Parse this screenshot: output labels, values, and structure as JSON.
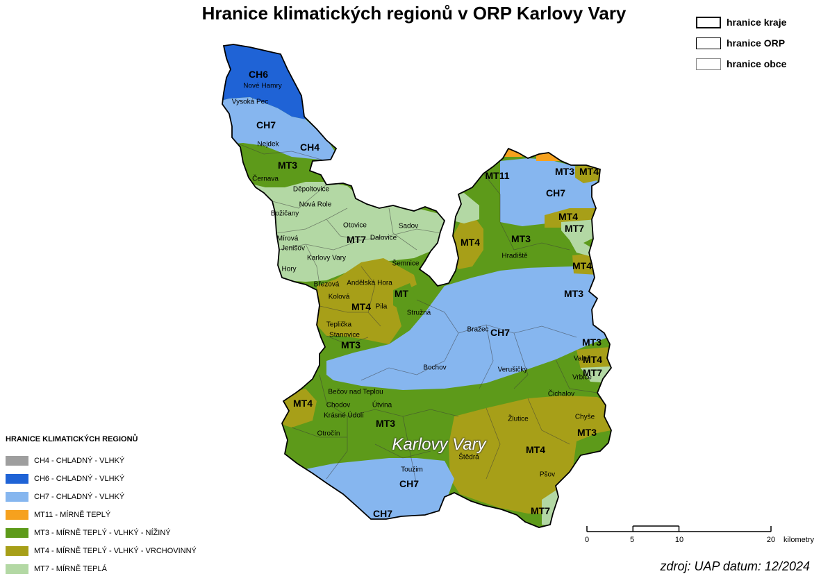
{
  "title": "Hranice klimatických regionů v ORP Karlovy Vary",
  "boundary_legend": [
    {
      "label": "hranice kraje",
      "weight": "thick"
    },
    {
      "label": "hranice ORP",
      "weight": "medium"
    },
    {
      "label": "hranice obce",
      "weight": "thin"
    }
  ],
  "legend": {
    "heading": "HRANICE KLIMATICKÝCH REGIONŮ",
    "items": [
      {
        "code": "CH4",
        "label": "CH4 - CHLADNÝ - VLHKÝ",
        "color": "#9e9e9e"
      },
      {
        "code": "CH6",
        "label": "CH6 - CHLADNÝ - VLHKÝ",
        "color": "#1f63d6"
      },
      {
        "code": "CH7",
        "label": "CH7 - CHLADNÝ - VLHKÝ",
        "color": "#86b6ef"
      },
      {
        "code": "MT11",
        "label": "MT11 - MÍRNĚ TEPLÝ",
        "color": "#f6a11e"
      },
      {
        "code": "MT3",
        "label": "MT3 - MÍRNĚ TEPLÝ  - VLHKÝ - NÍŽINÝ",
        "color": "#5d9a1a"
      },
      {
        "code": "MT4",
        "label": "MT4 - MÍRNĚ TEPLÝ - VLHKÝ - VRCHOVINNÝ",
        "color": "#a79f18"
      },
      {
        "code": "MT7",
        "label": "MT7 - MÍRNĚ TEPLÁ",
        "color": "#b3d8a4"
      }
    ]
  },
  "municipalities": [
    "Nové Hamry",
    "Vysoká Pec",
    "Nejdek",
    "Černava",
    "Děpoltovice",
    "Nová Role",
    "Božičany",
    "Otovice",
    "Sadov",
    "Mírová",
    "Dalovice",
    "Jenišov",
    "Karlovy Vary",
    "Šemnice",
    "Hory",
    "Březová",
    "Andělská Hora",
    "Kolová",
    "Pila",
    "Stružná",
    "Teplička",
    "Stanovice",
    "Hradiště",
    "Bražec",
    "Bochov",
    "Verušičky",
    "Valeč",
    "Vrbice",
    "Bečov nad Teplou",
    "Čichalov",
    "Chodov",
    "Útvina",
    "Krásné Údolí",
    "Žlutice",
    "Chyše",
    "Otročín",
    "Štědrá",
    "Toužim",
    "Pšov"
  ],
  "city_label": "Karlovy Vary",
  "zone_labels": [
    "CH6",
    "CH7",
    "CH4",
    "MT3",
    "MT7",
    "MT4",
    "MT",
    "MT3",
    "CH7",
    "MT4",
    "MT3",
    "MT11",
    "CH7",
    "MT3",
    "MT4",
    "MT4",
    "MT7",
    "MT4",
    "MT3",
    "MT4",
    "CH7",
    "MT3",
    "MT4",
    "MT7",
    "MT4",
    "MT3",
    "CH7",
    "MT3",
    "MT7"
  ],
  "scale": {
    "ticks": [
      "0",
      "5",
      "10",
      "20"
    ],
    "unit": "kilometry",
    "max_km": 20
  },
  "source": "zdroj: UAP  datum: 12/2024"
}
